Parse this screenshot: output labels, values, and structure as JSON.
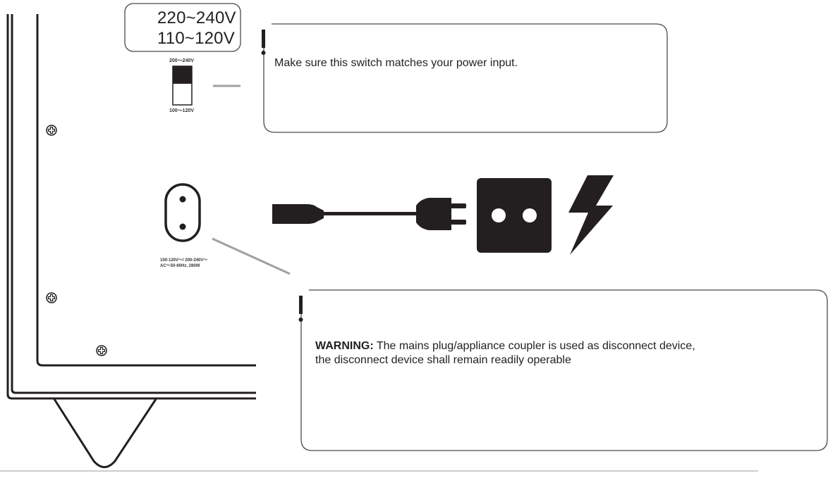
{
  "voltage_box": {
    "line1": "220~240V",
    "line2": "110~120V"
  },
  "switch": {
    "top_label": "200～240V",
    "bottom_label": "100～120V"
  },
  "socket": {
    "spec_line1": "100-120V～/ 200-240V～",
    "spec_line2": "AC～50-60Hz, 280W"
  },
  "callout_switch": {
    "mark": "!",
    "text": "Make sure this switch matches your power input."
  },
  "callout_warning": {
    "mark": "!",
    "label": "WARNING:",
    "text_line1": " The mains plug/appliance coupler is used as disconnect device,",
    "text_line2": "the disconnect device shall remain readily operable"
  },
  "colors": {
    "ink": "#231f20",
    "connector_gray": "#a0a0a0",
    "box_border": "#4a4a4a"
  },
  "icons": [
    "screw-icon",
    "ac-inlet-icon",
    "power-cord-icon",
    "wall-outlet-icon",
    "lightning-bolt-icon",
    "exclamation-icon"
  ]
}
